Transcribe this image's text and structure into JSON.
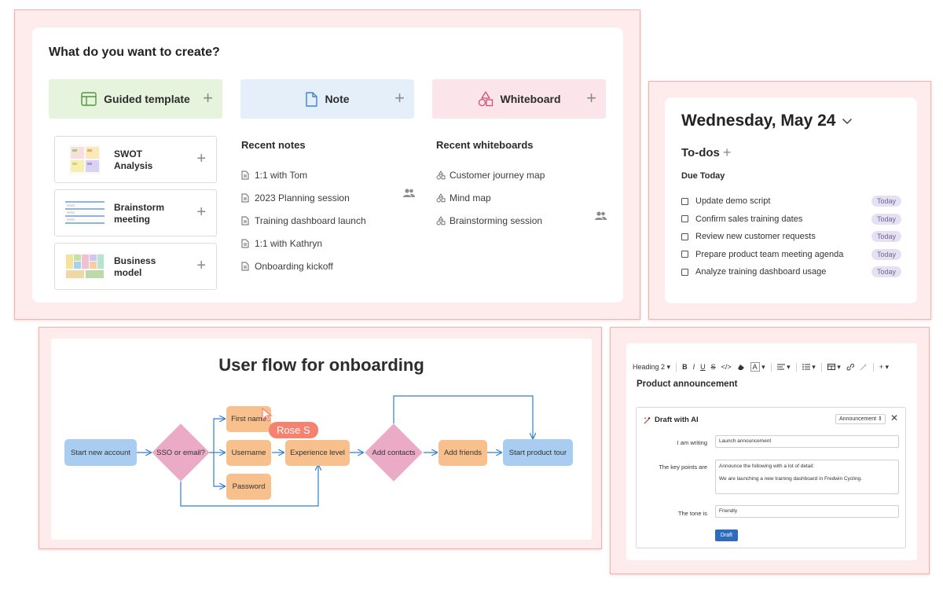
{
  "create": {
    "title": "What do you want to create?",
    "buttons": {
      "guided": "Guided template",
      "note": "Note",
      "whiteboard": "Whiteboard"
    },
    "templates": [
      {
        "name": "SWOT Analysis"
      },
      {
        "name": "Brainstorm meeting"
      },
      {
        "name": "Business model"
      }
    ],
    "recent_notes_title": "Recent notes",
    "recent_notes": [
      "1:1 with Tom",
      "2023 Planning session",
      "Training dashboard launch",
      "1:1 with Kathryn",
      "Onboarding kickoff"
    ],
    "recent_whiteboards_title": "Recent whiteboards",
    "recent_whiteboards": [
      "Customer journey map",
      "Mind map",
      "Brainstorming session"
    ]
  },
  "todos": {
    "date": "Wednesday, May 24",
    "title": "To-dos",
    "section": "Due Today",
    "badge": "Today",
    "items": [
      "Update demo script",
      "Confirm sales training dates",
      "Review new customer requests",
      "Prepare product team meeting agenda",
      "Analyze training dashboard usage"
    ]
  },
  "flow": {
    "title": "User flow for onboarding",
    "nodes": {
      "start": "Start new account",
      "sso": "SSO or email?",
      "first_name": "First name",
      "username": "Username",
      "password": "Password",
      "experience": "Experience level",
      "add_contacts": "Add contacts",
      "add_friends": "Add friends",
      "tour": "Start product tour"
    },
    "collaborator": "Rose S"
  },
  "editor": {
    "toolbar": {
      "heading": "Heading 2",
      "bold": "B",
      "italic": "I",
      "underline": "U",
      "strike": "S",
      "code": "</>",
      "color": "A",
      "plus": "+"
    },
    "doc_title": "Product announcement",
    "ai": {
      "title": "Draft with AI",
      "select_value": "Announcement",
      "writing_label": "I am writing",
      "writing_value": "Launch announcement",
      "points_label": "The key points are",
      "points_line1": "Announce the following with a lot of detail:",
      "points_line2": "We are launching a new training dashboard in Fredwin Cycling.",
      "tone_label": "The tone is",
      "tone_value": "Friendly",
      "button": "Draft"
    }
  },
  "colors": {
    "frame_bg": "#fdeceb",
    "frame_border": "#f0b3ad",
    "guided_bg": "#e6f3dd",
    "note_bg": "#e5eff9",
    "whiteboard_bg": "#fbe5ea",
    "flow_blue": "#a8cdf0",
    "flow_orange": "#f8c08c",
    "flow_pink": "#ebaac6",
    "flow_line": "#2f7fd0",
    "cursor_tag": "#f4826e",
    "draft_button": "#2d6bbd",
    "today_badge": "#e6e1f2"
  }
}
